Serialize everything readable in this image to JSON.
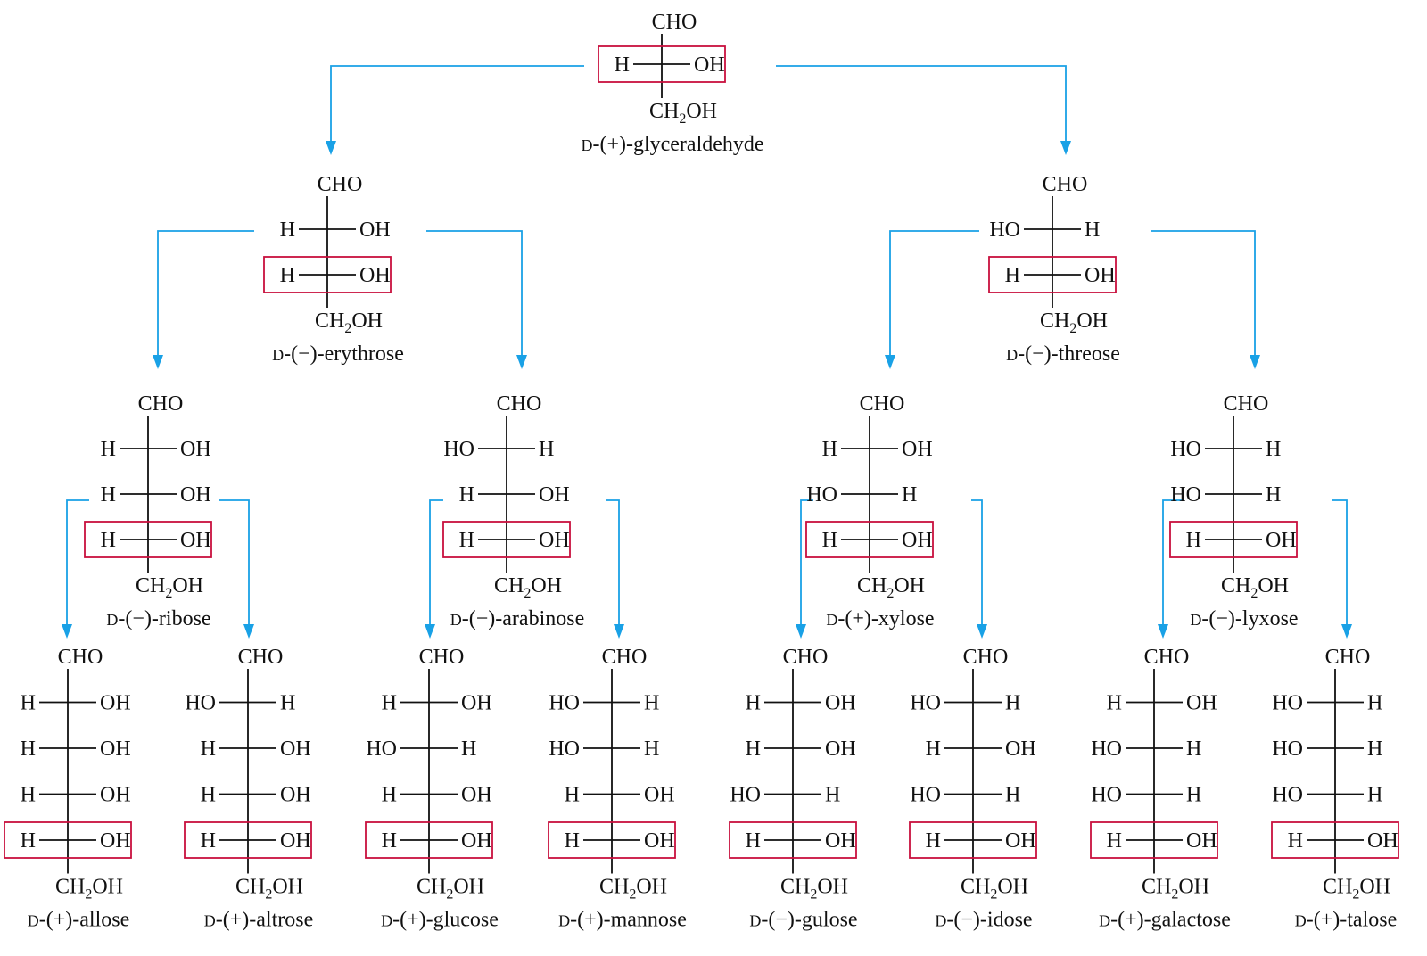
{
  "colors": {
    "arrow": "#19a1e6",
    "box": "#c8103e",
    "bond": "#111111",
    "text": "#111111"
  },
  "tree": {
    "level0": [
      {
        "name": "D-(+)-glyceraldehyde",
        "prefix": "D",
        "label": "-(+)-glyceraldehyde",
        "top": "CHO",
        "bottom_main": "CH",
        "bottom_sub": "2",
        "bottom_tail": "OH",
        "rows": [
          [
            "H",
            "OH"
          ]
        ]
      }
    ],
    "level1": [
      {
        "name": "D-(−)-erythrose",
        "prefix": "D",
        "label": "-(−)-erythrose",
        "top": "CHO",
        "bottom_main": "CH",
        "bottom_sub": "2",
        "bottom_tail": "OH",
        "rows": [
          [
            "H",
            "OH"
          ],
          [
            "H",
            "OH"
          ]
        ]
      },
      {
        "name": "D-(−)-threose",
        "prefix": "D",
        "label": "-(−)-threose",
        "top": "CHO",
        "bottom_main": "CH",
        "bottom_sub": "2",
        "bottom_tail": "OH",
        "rows": [
          [
            "HO",
            "H"
          ],
          [
            "H",
            "OH"
          ]
        ]
      }
    ],
    "level2": [
      {
        "name": "D-(−)-ribose",
        "prefix": "D",
        "label": "-(−)-ribose",
        "top": "CHO",
        "bottom_main": "CH",
        "bottom_sub": "2",
        "bottom_tail": "OH",
        "rows": [
          [
            "H",
            "OH"
          ],
          [
            "H",
            "OH"
          ],
          [
            "H",
            "OH"
          ]
        ]
      },
      {
        "name": "D-(−)-arabinose",
        "prefix": "D",
        "label": "-(−)-arabinose",
        "top": "CHO",
        "bottom_main": "CH",
        "bottom_sub": "2",
        "bottom_tail": "OH",
        "rows": [
          [
            "HO",
            "H"
          ],
          [
            "H",
            "OH"
          ],
          [
            "H",
            "OH"
          ]
        ]
      },
      {
        "name": "D-(+)-xylose",
        "prefix": "D",
        "label": "-(+)-xylose",
        "top": "CHO",
        "bottom_main": "CH",
        "bottom_sub": "2",
        "bottom_tail": "OH",
        "rows": [
          [
            "H",
            "OH"
          ],
          [
            "HO",
            "H"
          ],
          [
            "H",
            "OH"
          ]
        ]
      },
      {
        "name": "D-(−)-lyxose",
        "prefix": "D",
        "label": "-(−)-lyxose",
        "top": "CHO",
        "bottom_main": "CH",
        "bottom_sub": "2",
        "bottom_tail": "OH",
        "rows": [
          [
            "HO",
            "H"
          ],
          [
            "HO",
            "H"
          ],
          [
            "H",
            "OH"
          ]
        ]
      }
    ],
    "level3": [
      {
        "name": "D-(+)-allose",
        "prefix": "D",
        "label": "-(+)-allose",
        "top": "CHO",
        "bottom_main": "CH",
        "bottom_sub": "2",
        "bottom_tail": "OH",
        "rows": [
          [
            "H",
            "OH"
          ],
          [
            "H",
            "OH"
          ],
          [
            "H",
            "OH"
          ],
          [
            "H",
            "OH"
          ]
        ]
      },
      {
        "name": "D-(+)-altrose",
        "prefix": "D",
        "label": "-(+)-altrose",
        "top": "CHO",
        "bottom_main": "CH",
        "bottom_sub": "2",
        "bottom_tail": "OH",
        "rows": [
          [
            "HO",
            "H"
          ],
          [
            "H",
            "OH"
          ],
          [
            "H",
            "OH"
          ],
          [
            "H",
            "OH"
          ]
        ]
      },
      {
        "name": "D-(+)-glucose",
        "prefix": "D",
        "label": "-(+)-glucose",
        "top": "CHO",
        "bottom_main": "CH",
        "bottom_sub": "2",
        "bottom_tail": "OH",
        "rows": [
          [
            "H",
            "OH"
          ],
          [
            "HO",
            "H"
          ],
          [
            "H",
            "OH"
          ],
          [
            "H",
            "OH"
          ]
        ]
      },
      {
        "name": "D-(+)-mannose",
        "prefix": "D",
        "label": "-(+)-mannose",
        "top": "CHO",
        "bottom_main": "CH",
        "bottom_sub": "2",
        "bottom_tail": "OH",
        "rows": [
          [
            "HO",
            "H"
          ],
          [
            "HO",
            "H"
          ],
          [
            "H",
            "OH"
          ],
          [
            "H",
            "OH"
          ]
        ]
      },
      {
        "name": "D-(−)-gulose",
        "prefix": "D",
        "label": "-(−)-gulose",
        "top": "CHO",
        "bottom_main": "CH",
        "bottom_sub": "2",
        "bottom_tail": "OH",
        "rows": [
          [
            "H",
            "OH"
          ],
          [
            "H",
            "OH"
          ],
          [
            "HO",
            "H"
          ],
          [
            "H",
            "OH"
          ]
        ]
      },
      {
        "name": "D-(−)-idose",
        "prefix": "D",
        "label": "-(−)-idose",
        "top": "CHO",
        "bottom_main": "CH",
        "bottom_sub": "2",
        "bottom_tail": "OH",
        "rows": [
          [
            "HO",
            "H"
          ],
          [
            "H",
            "OH"
          ],
          [
            "HO",
            "H"
          ],
          [
            "H",
            "OH"
          ]
        ]
      },
      {
        "name": "D-(+)-galactose",
        "prefix": "D",
        "label": "-(+)-galactose",
        "top": "CHO",
        "bottom_main": "CH",
        "bottom_sub": "2",
        "bottom_tail": "OH",
        "rows": [
          [
            "H",
            "OH"
          ],
          [
            "HO",
            "H"
          ],
          [
            "HO",
            "H"
          ],
          [
            "H",
            "OH"
          ]
        ]
      },
      {
        "name": "D-(+)-talose",
        "prefix": "D",
        "label": "-(+)-talose",
        "top": "CHO",
        "bottom_main": "CH",
        "bottom_sub": "2",
        "bottom_tail": "OH",
        "rows": [
          [
            "HO",
            "H"
          ],
          [
            "HO",
            "H"
          ],
          [
            "HO",
            "H"
          ],
          [
            "H",
            "OH"
          ]
        ]
      }
    ]
  }
}
